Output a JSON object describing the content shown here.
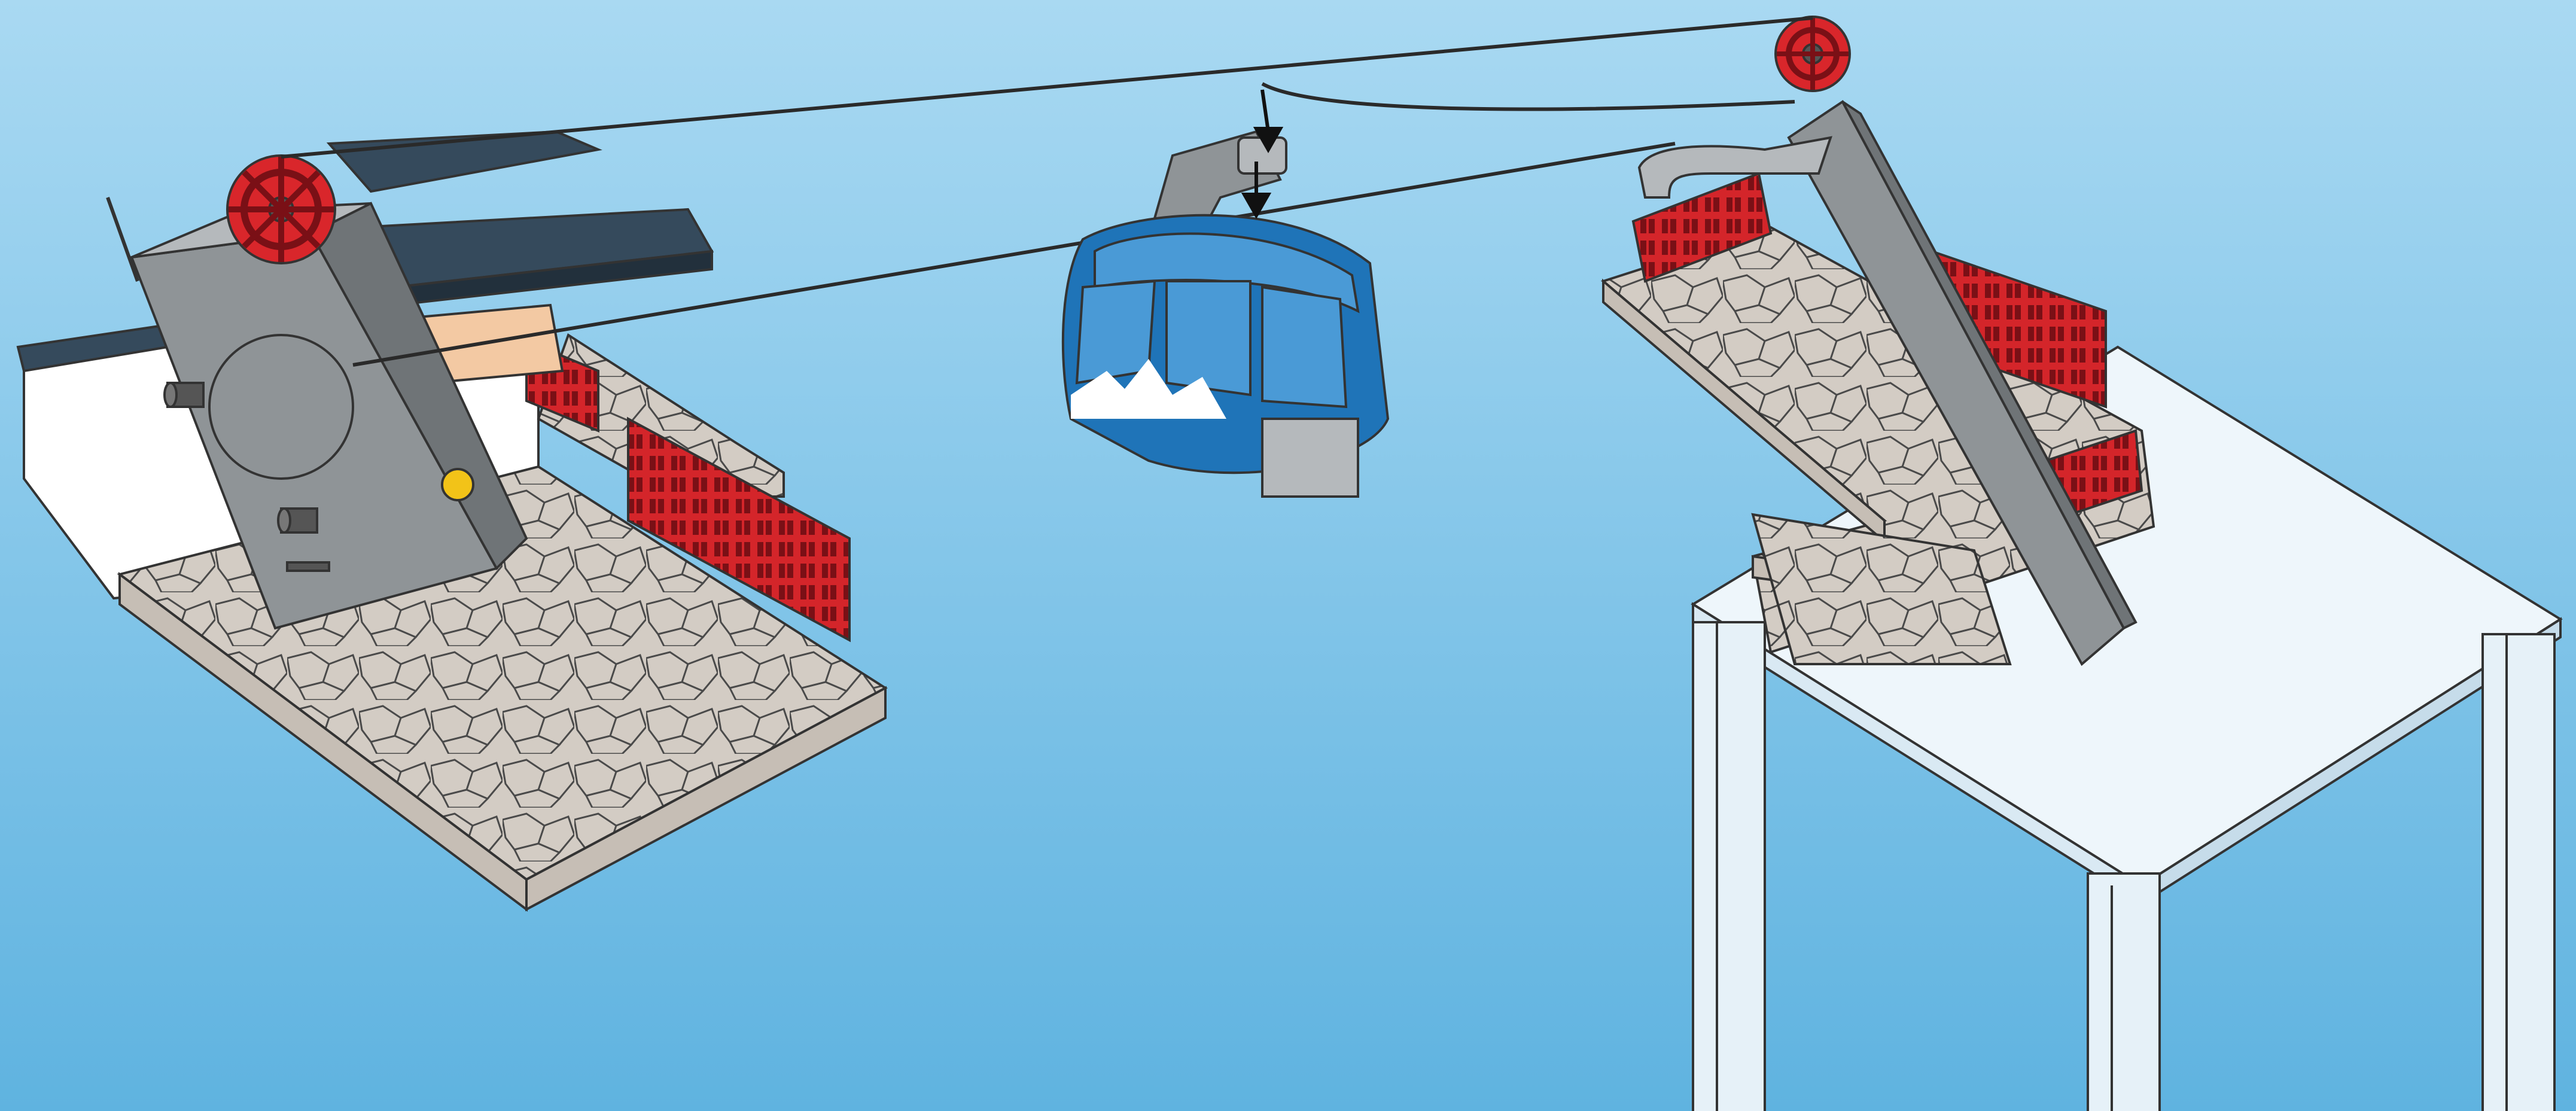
{
  "diagram": {
    "note_text": "",
    "colors": {
      "sky_top": "#a9d9f2",
      "sky_bottom": "#5fb3e0",
      "cable": "#2a2a2a",
      "pulley_red": "#d9262b",
      "fence_red": "#d4252a",
      "tower_grey": "#8f9497",
      "tower_light": "#b5b9bc",
      "roof": "#354a5c",
      "stone_base": "#d3ccc4",
      "gondola_blue": "#1f74b8",
      "gondola_light": "#4a9ad6",
      "table_face": "#eef6fb",
      "knob_yellow": "#f2c318"
    },
    "parts": {
      "left_station": "valley-station",
      "right_station": "mountain-station",
      "gondola": "cable-car-cabin",
      "table": "support-table",
      "arrows": "attach-arrows"
    }
  }
}
